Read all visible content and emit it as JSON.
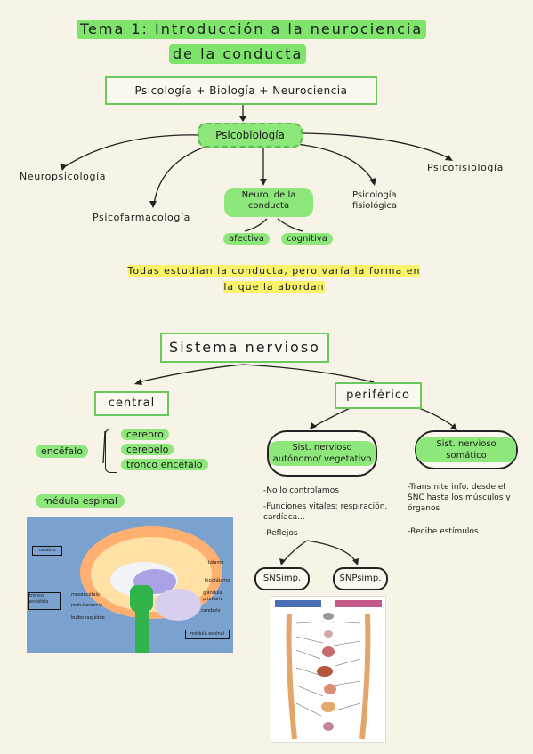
{
  "title_line1": "Tema 1: Introducción a la neurociencia",
  "title_line2": "de la conducta",
  "formula": "Psicología + Biología + Neurociencia",
  "center_node": "Psicobiología",
  "branches": {
    "neuropsicologia": "Neuropsicología",
    "psicofarmacologia": "Psicofarmacología",
    "neuro_conducta": "Neuro. de la conducta",
    "afectiva": "afectiva",
    "cognitiva": "cognitiva",
    "psicologia_fisiologica": "Psicología fisiológica",
    "psicofisiologia": "Psicofisiología"
  },
  "note": "Todas estudian la conducta, pero varía la forma en la que la abordan",
  "section2_title": "Sistema nervioso",
  "central": {
    "label": "central",
    "encefalo": "encéfalo",
    "parts": [
      "cerebro",
      "cerebelo",
      "tronco encéfalo"
    ],
    "medula": "médula espinal"
  },
  "periferico": {
    "label": "periférico",
    "autonomo": "Sist. nervioso autónomo/ vegetativo",
    "somatico": "Sist. nervioso somático",
    "autonomo_notes": [
      "No lo controlamos",
      "Funciones vitales: respiración, cardíaca...",
      "Reflejos"
    ],
    "somatico_notes": [
      "Transmite info. desde el SNC hasta los músculos y órganos",
      "Recibe estímulos"
    ],
    "snsimp": "SNSimp.",
    "snpsimp": "SNPsimp."
  },
  "brain_labels": {
    "cerebro": "cerebro",
    "talamo": "tálamo",
    "hipotalamo": "hipotálamo",
    "tronco": "tronco encéfalo",
    "mesencefalo": "mesencéfalo",
    "protuberancia": "protuberancia",
    "bulbo": "bulbo raquídeo",
    "glandula": "glándula pituitaria",
    "cerebelo": "cerebelo",
    "medula": "médula espinal"
  },
  "colors": {
    "green": "#7fe46c",
    "yellow": "#f8f36a",
    "box_border": "#69c95d"
  }
}
